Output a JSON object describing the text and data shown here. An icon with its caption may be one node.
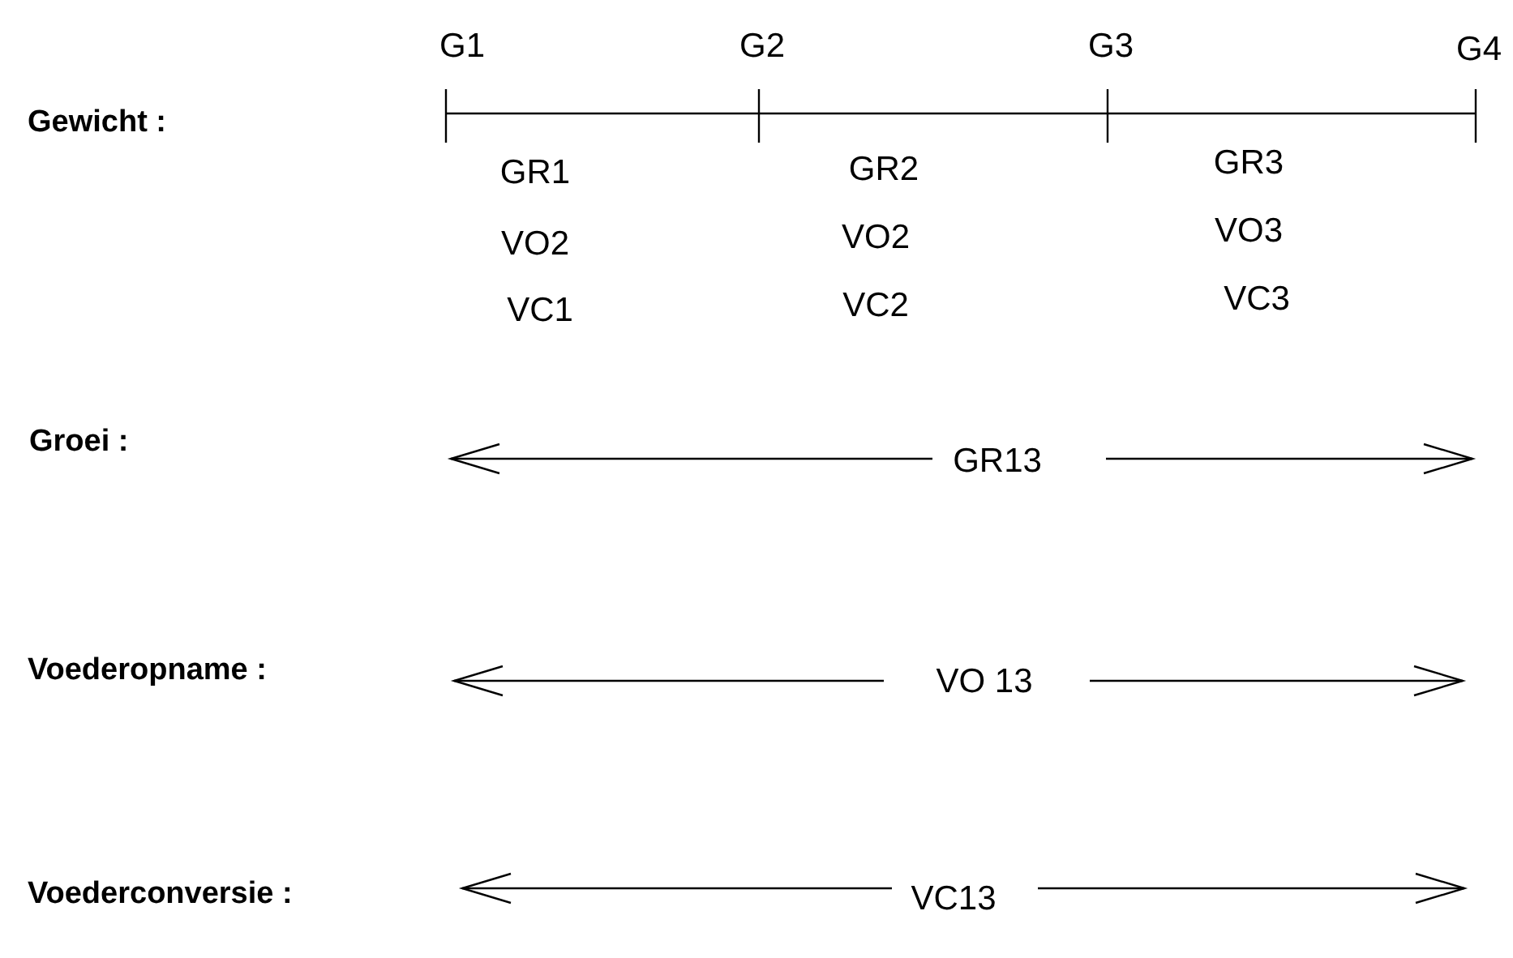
{
  "diagram": {
    "labels": [
      "G1",
      "G2",
      "G3",
      "G4",
      "Gewicht :",
      "GR1",
      "GR2",
      "GR3",
      "VO2",
      "VO2",
      "VO3",
      "VC1",
      "VC2",
      "VC3",
      "Groei :",
      "GR13",
      "Voederopname :",
      "VO 13",
      "Voederconversie :",
      "VC13"
    ]
  }
}
